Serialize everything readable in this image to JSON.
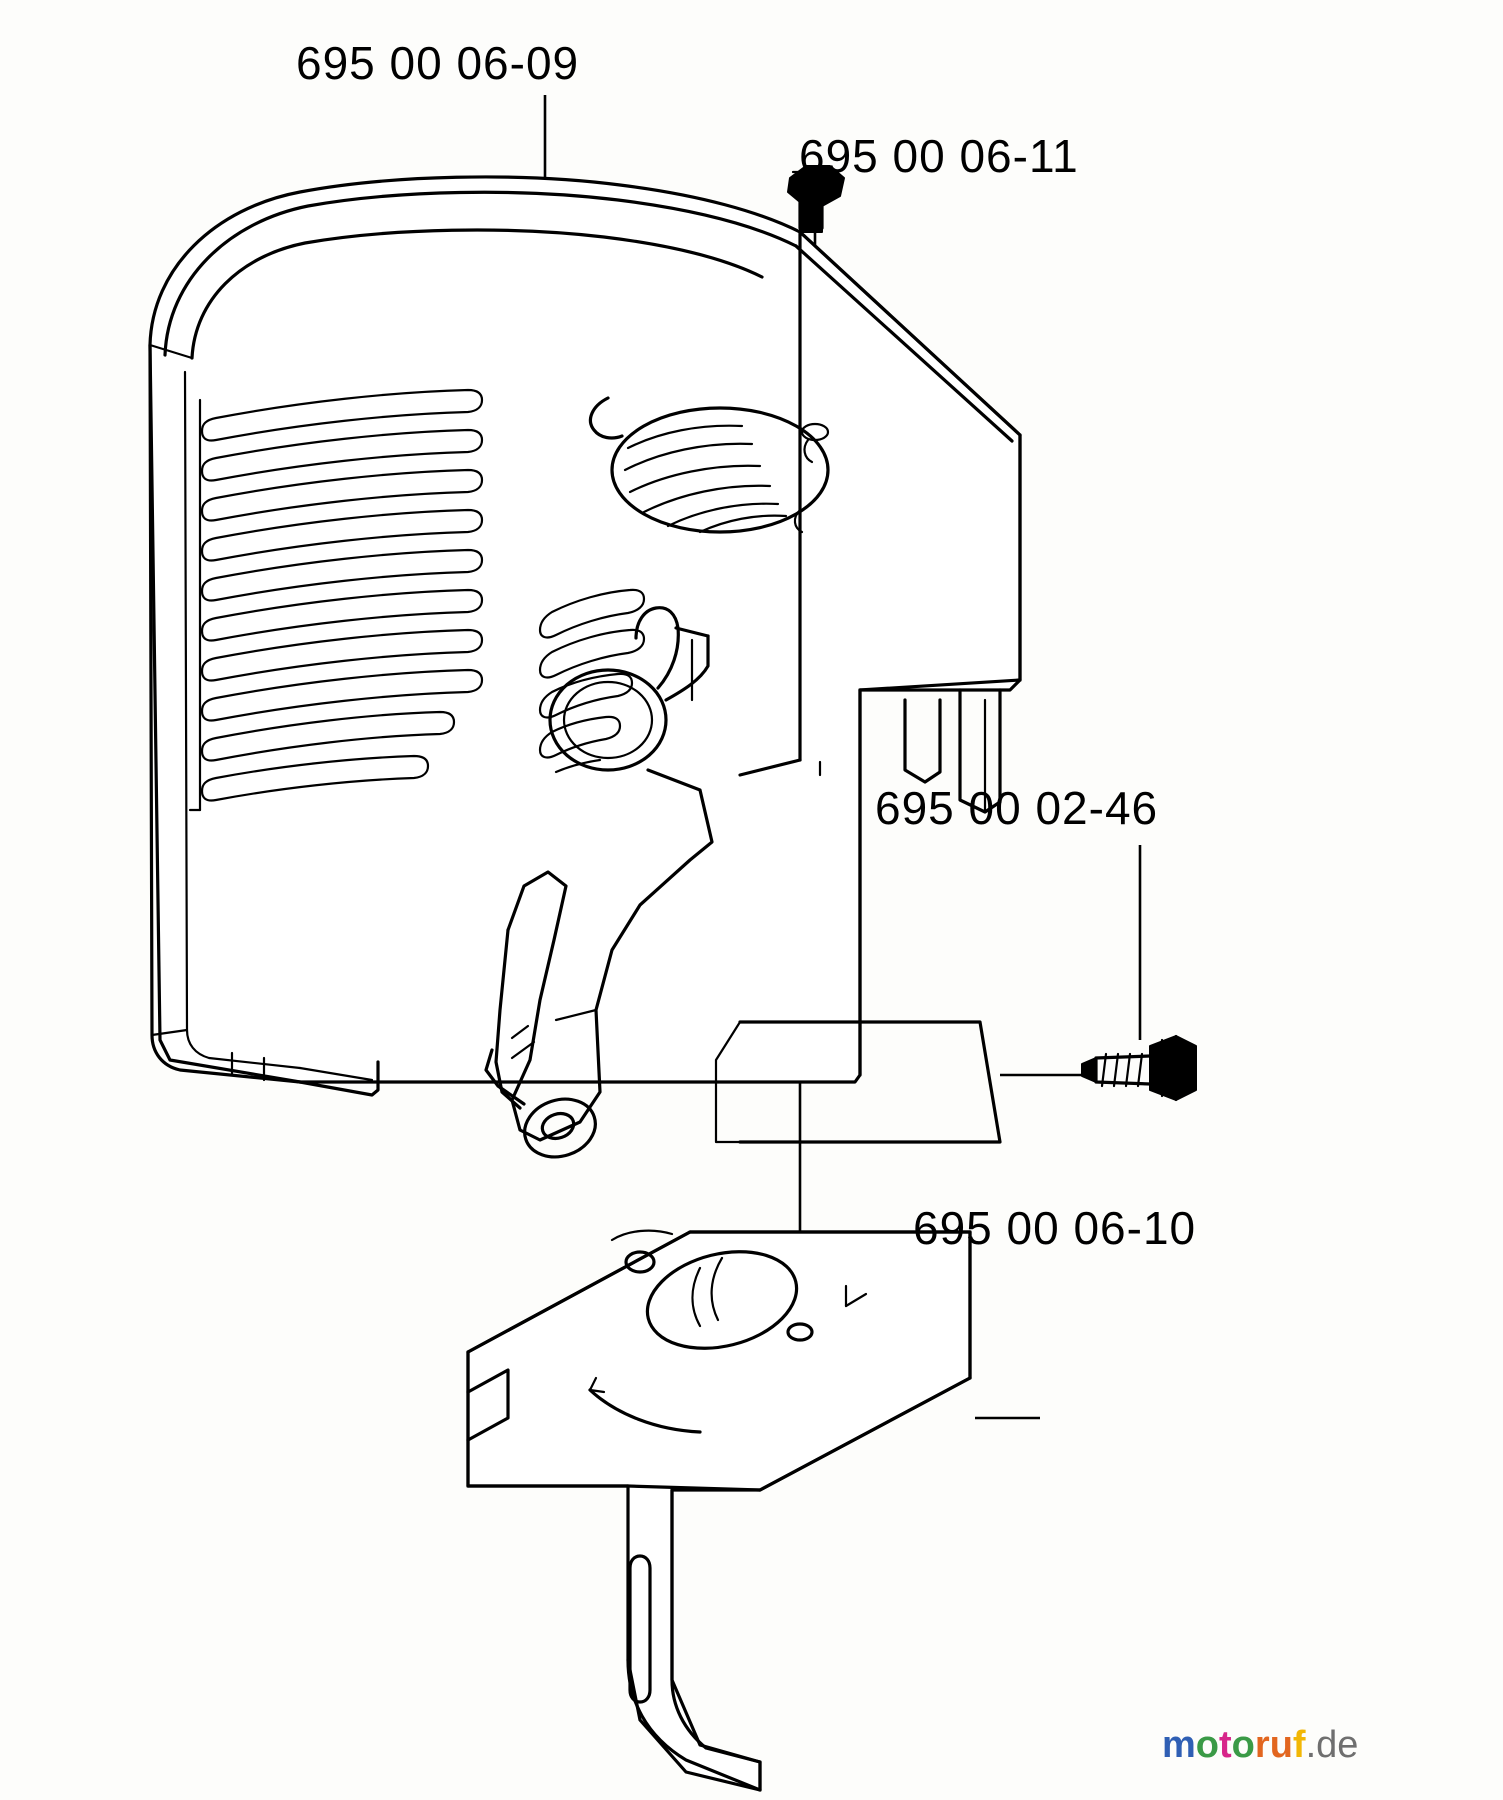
{
  "document": {
    "type": "exploded-parts-diagram",
    "subject": "Engine cover / air shroud assembly"
  },
  "labels": {
    "cover": "695 00 06-09",
    "nut": "695 00 06-11",
    "screw": "695 00 02-46",
    "bracket": "695 00 06-10"
  },
  "watermark": {
    "m": "m",
    "o1": "o",
    "t": "t",
    "o2": "o",
    "r": "r",
    "u": "u",
    "f": "f",
    "dot": ".",
    "de": "de"
  },
  "colors": {
    "ink": "#000000",
    "paper": "#fdfdfb",
    "watermark_blue": "#2f5fb4",
    "watermark_green": "#3a9a46",
    "watermark_pink": "#d7268a",
    "watermark_orange": "#e2661f",
    "watermark_yellow": "#f2b705",
    "watermark_grey": "#6f6f6f"
  }
}
